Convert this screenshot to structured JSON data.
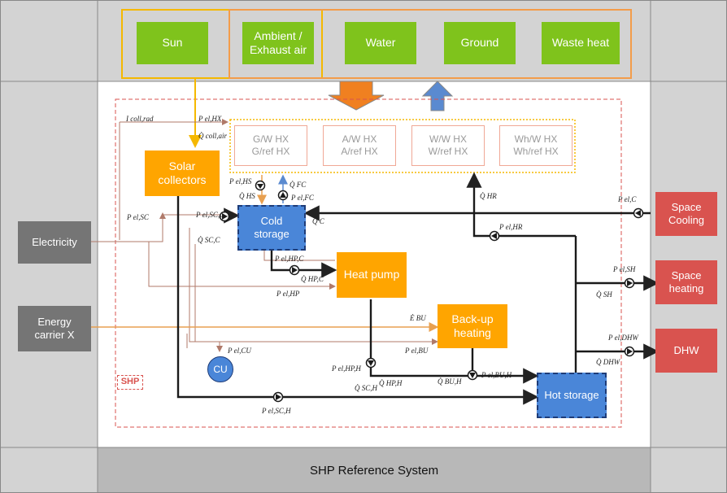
{
  "sources": {
    "sun": "Sun",
    "ambient": "Ambient /\nExhaust air",
    "water": "Water",
    "ground": "Ground",
    "waste_heat": "Waste heat"
  },
  "hx": {
    "gw": "G/W HX\nG/ref HX",
    "aw": "A/W HX\nA/ref HX",
    "ww": "W/W HX\nW/ref HX",
    "wh": "Wh/W HX\nWh/ref HX"
  },
  "components": {
    "solar_collectors": "Solar\ncollectors",
    "cold_storage": "Cold\nstorage",
    "heat_pump": "Heat pump",
    "backup_heating": "Back-up\nheating",
    "hot_storage": "Hot storage",
    "cu": "CU"
  },
  "inputs": {
    "electricity": "Electricity",
    "energy_carrier": "Energy\ncarrier X"
  },
  "outputs": {
    "space_cooling": "Space\nCooling",
    "space_heating": "Space\nheating",
    "dhw": "DHW"
  },
  "boundary_label": "SHP",
  "title": "SHP Reference System",
  "labels": {
    "i_coll": "I coll,rad",
    "p_el_hx": "P el,HX",
    "q_coll_air": "Q̇ coll,air",
    "p_el_sc": "P el,SC",
    "p_el_hs": "P el,HS",
    "q_hs": "Q̇ HS",
    "q_fc": "Q̇ FC",
    "p_el_fc": "P el,FC",
    "p_el_scc": "P el,SC,C",
    "q_scc": "Q̇ SC,C",
    "q_c": "Q̇ C",
    "q_hr": "Q̇ HR",
    "p_el_hr": "P el,HR",
    "p_el_c": "P el,C",
    "p_el_hpc": "P el,HP,C",
    "q_hpc": "Q̇ HP,C",
    "p_el_hp": "P el,HP",
    "p_el_shn": "P el,SH",
    "q_sh": "Q̇ SH",
    "e_bu": "Ė BU",
    "p_el_bu": "P el,BU",
    "p_el_cu": "P el,CU",
    "p_el_hph": "P el,HP,H",
    "q_hph": "Q̇ HP,H",
    "q_buh": "Q̇ BU,H",
    "p_el_buh": "P el,BU,H",
    "p_el_dhw": "P el,DHW",
    "q_dhw": "Q̇ DHW",
    "q_sch": "Q̇ SC,H",
    "p_el_sch": "P el,SC,H"
  }
}
